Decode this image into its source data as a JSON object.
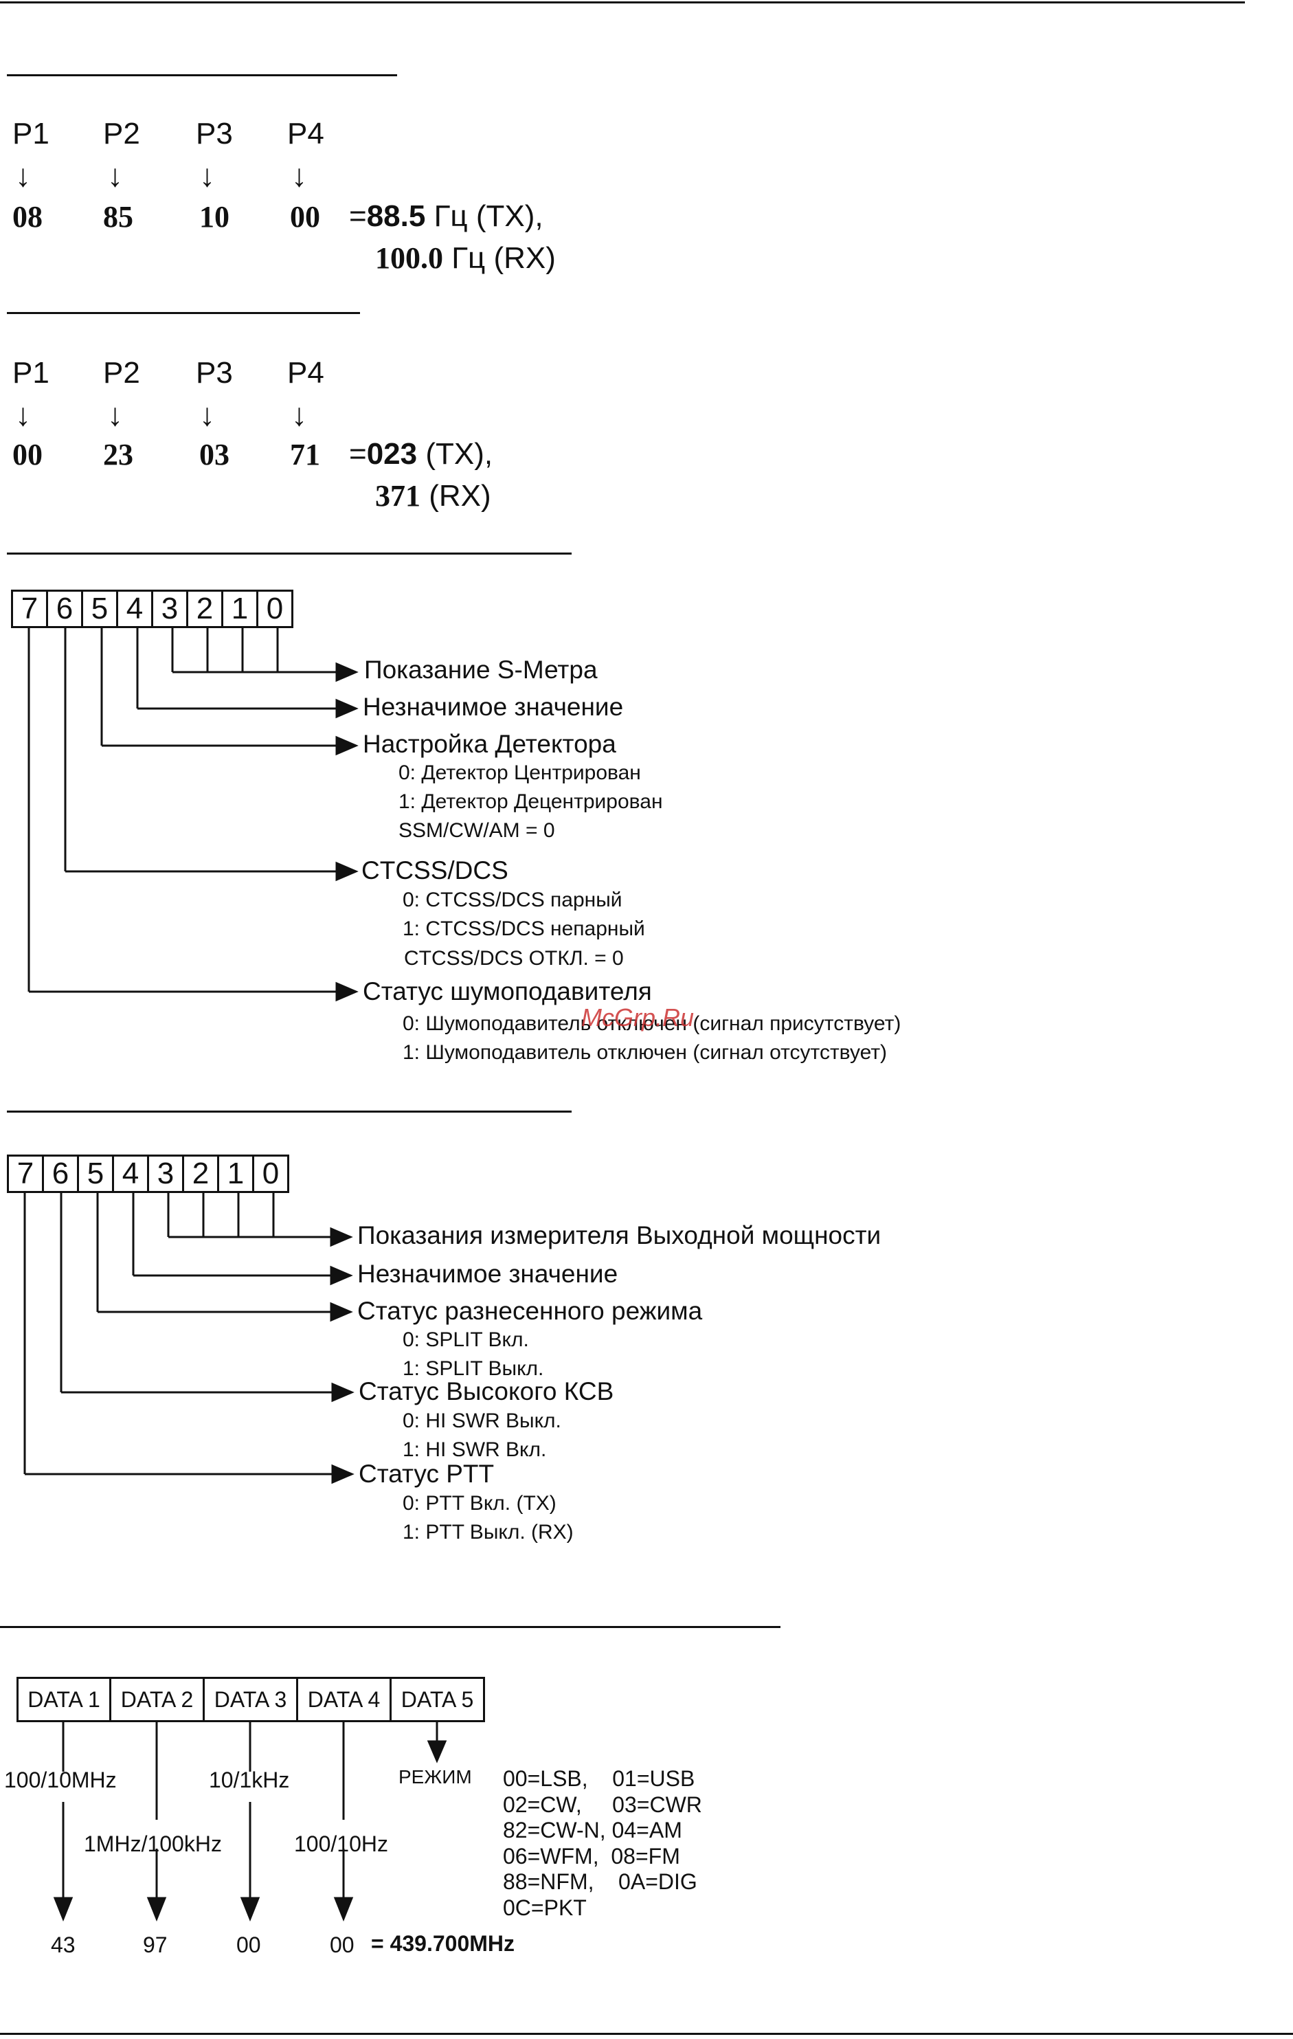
{
  "ctcss": {
    "params": [
      "P1",
      "P2",
      "P3",
      "P4"
    ],
    "arrow": "↓",
    "values": [
      "08",
      "85",
      "10",
      "00"
    ],
    "eq": "=",
    "tx_value": "88.5",
    "tx_unit": " Гц (TX),",
    "rx_value": "100.0",
    "rx_unit": " Гц (RX)"
  },
  "dcs": {
    "params": [
      "P1",
      "P2",
      "P3",
      "P4"
    ],
    "arrow": "↓",
    "values": [
      "00",
      "23",
      "03",
      "71"
    ],
    "eq": "=",
    "tx_value": "023",
    "tx_unit": " (TX),",
    "rx_value": "371",
    "rx_unit": " (RX)"
  },
  "rx_status": {
    "bits": [
      "7",
      "6",
      "5",
      "4",
      "3",
      "2",
      "1",
      "0"
    ],
    "items": [
      {
        "label": "Показание S-Метра",
        "details": []
      },
      {
        "label": "Незначимое значение",
        "details": []
      },
      {
        "label": "Настройка Детектора",
        "details": [
          "0: Детектор Центрирован",
          "1: Детектор Децентрирован",
          "SSM/CW/AM = 0"
        ]
      },
      {
        "label": "CTCSS/DCS",
        "details": [
          "0: CTCSS/DCS парный",
          "1: CTCSS/DCS непарный",
          "CTCSS/DCS ОТКЛ. = 0"
        ]
      },
      {
        "label": "Статус шумоподавителя",
        "details": [
          "0: Шумоподавитель отключен (сигнал присутствует)",
          "1: Шумоподавитель отключен (сигнал отсутствует)"
        ]
      }
    ]
  },
  "tx_status": {
    "bits": [
      "7",
      "6",
      "5",
      "4",
      "3",
      "2",
      "1",
      "0"
    ],
    "items": [
      {
        "label": "Показания измерителя Выходной мощности",
        "details": []
      },
      {
        "label": "Незначимое значение",
        "details": []
      },
      {
        "label": "Статус разнесенного режима",
        "details": [
          "0: SPLIT Вкл.",
          "1: SPLIT Выкл."
        ]
      },
      {
        "label": "Статус Высокого КСВ",
        "details": [
          "0: HI SWR Выкл.",
          "1: HI SWR Вкл."
        ]
      },
      {
        "label": "Статус PTT",
        "details": [
          "0: PTT Вкл. (TX)",
          "1: PTT Выкл. (RX)"
        ]
      }
    ]
  },
  "freq": {
    "cells": [
      "DATA 1",
      "DATA 2",
      "DATA 3",
      "DATA 4",
      "DATA 5"
    ],
    "labels": [
      "100/10MHz",
      "1MHz/100kHz",
      "10/1kHz",
      "100/10Hz"
    ],
    "mode_label": "РЕЖИМ",
    "modes": [
      "00=LSB,    01=USB",
      "02=CW,     03=CWR",
      "82=CW-N, 04=AM",
      "06=WFM,  08=FM",
      "88=NFM,    0A=DIG",
      "0C=PKT"
    ],
    "values": [
      "43",
      "97",
      "00",
      "00"
    ],
    "result": "= 439.700MHz"
  },
  "watermark": "McGrp.Ru"
}
